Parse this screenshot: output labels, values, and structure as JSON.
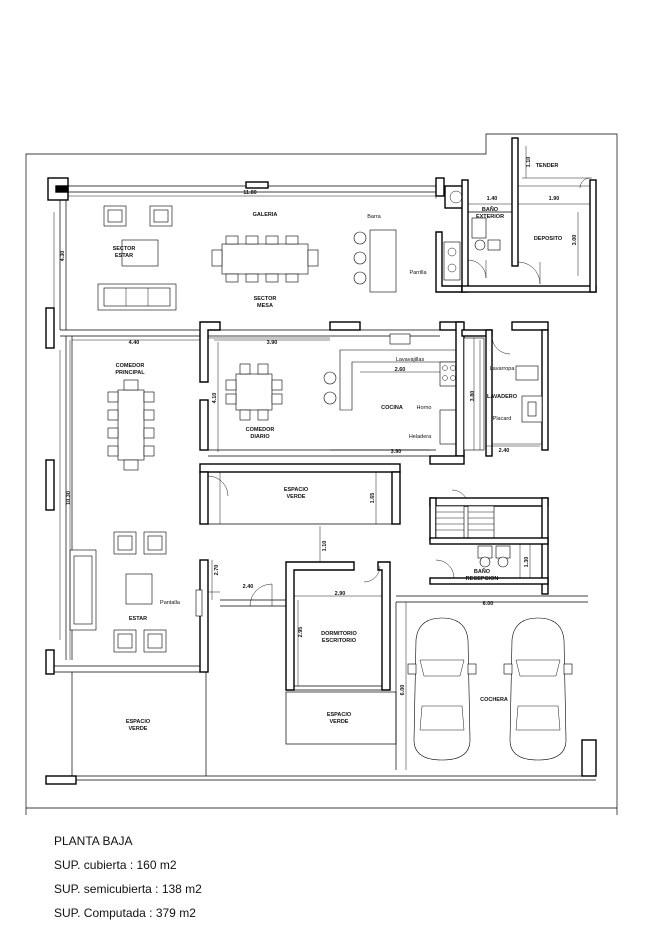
{
  "summary": {
    "title": "PLANTA BAJA",
    "cubierta": "SUP. cubierta : 160 m2",
    "semicubierta": "SUP. semicubierta : 138 m2",
    "computada": "SUP. Computada : 379 m2"
  },
  "rooms": {
    "galeria": "GALERIA",
    "sector_estar_1": "SECTOR",
    "sector_estar_2": "ESTAR",
    "sector_mesa_1": "SECTOR",
    "sector_mesa_2": "MESA",
    "barra": "Barra",
    "parrilla": "Parrilla",
    "tender": "TENDER",
    "bano_exterior_1": "BAÑO",
    "bano_exterior_2": "EXTERIOR",
    "deposito": "DEPOSITO",
    "comedor_principal_1": "COMEDOR",
    "comedor_principal_2": "PRINCIPAL",
    "comedor_diario_1": "COMEDOR",
    "comedor_diario_2": "DIARIO",
    "lavavajillas": "Lavavajillas",
    "cocina": "COCINA",
    "horno": "Horno",
    "heladera": "Heladera",
    "lavarropa": "Lavarropa",
    "lavadero": "LAVADERO",
    "placard": "Placard",
    "espacio_verde_1_a": "ESPACIO",
    "espacio_verde_1_b": "VERDE",
    "bano_recepcion_1": "BAÑO",
    "bano_recepcion_2": "RECEPCION",
    "pantalla": "Pantalla",
    "estar": "ESTAR",
    "dormitorio_1": "DORMITORIO",
    "dormitorio_2": "ESCRITORIO",
    "cochera": "COCHERA",
    "espacio_verde_2_a": "ESPACIO",
    "espacio_verde_2_b": "VERDE",
    "espacio_verde_3_a": "ESPACIO",
    "espacio_verde_3_b": "VERDE"
  },
  "dimensions": {
    "d_11_80": "11.80",
    "d_4_30": "4.30",
    "d_1_10_tender": "1.10",
    "d_1_40": "1.40",
    "d_1_90": "1.90",
    "d_3_00": "3.00",
    "d_4_40": "4.40",
    "d_3_90_top": "3.90",
    "d_2_60": "2.60",
    "d_4_10": "4.10",
    "d_3_90_bottom": "3.90",
    "d_3_80": "3.80",
    "d_2_40_lav": "2.40",
    "d_10_30": "10.30",
    "d_1_65": "1.65",
    "d_1_10": "1.10",
    "d_2_70": "2.70",
    "d_1_30": "1.30",
    "d_2_40": "2.40",
    "d_2_90": "2.90",
    "d_6_00_h": "6.00",
    "d_2_95": "2.95",
    "d_6_00_v": "6.00"
  }
}
